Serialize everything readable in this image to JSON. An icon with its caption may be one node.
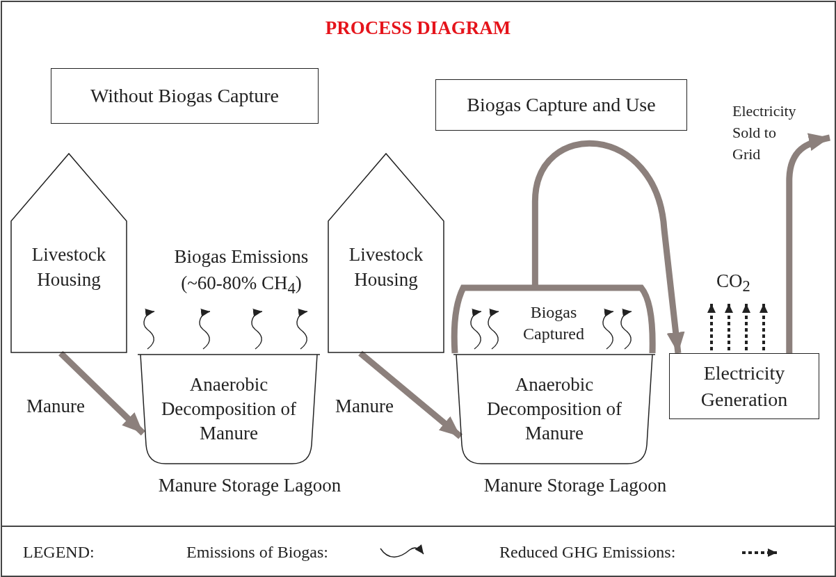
{
  "diagram": {
    "title": "PROCESS DIAGRAM",
    "nodes": [
      {
        "text": [
          "Without Biogas Capture"
        ]
      },
      {
        "text": [
          "Livestock Housing"
        ]
      },
      {
        "text": [
          "Anaerobic Decomposition of Manure"
        ],
        "beside": [
          "Manure Storage Lagoon"
        ]
      },
      {
        "text": [
          "Biogas Capture and Use"
        ]
      },
      {
        "text": [
          "Livestock Housing"
        ]
      },
      {
        "text": [
          "Anaerobic Decomposition of Manure"
        ],
        "beside": [
          "Manure Storage Lagoon"
        ]
      },
      {
        "text": [
          "Biogas Captured"
        ]
      },
      {
        "text": [
          "Electricity Generation"
        ]
      }
    ],
    "edges": [
      {
        "from": 1,
        "to": 2,
        "arrow": "to",
        "label": "Manure"
      },
      {
        "from": 4,
        "to": 5,
        "arrow": "to",
        "label": "Manure"
      },
      {
        "from": 6,
        "to": 7,
        "arrow": "to"
      },
      {
        "from": 7,
        "to": null,
        "arrow": "to"
      }
    ],
    "labels": [
      "Electricity Sold to Grid",
      "Biogas Emissions (~60-80% CH$_{4}$)",
      "CO$_{2}$",
      "LEGEND:"
    ],
    "legend": [
      {
        "text": "Emissions of Biogas:"
      },
      {
        "text": "Reduced GHG Emissions:"
      }
    ]
  }
}
